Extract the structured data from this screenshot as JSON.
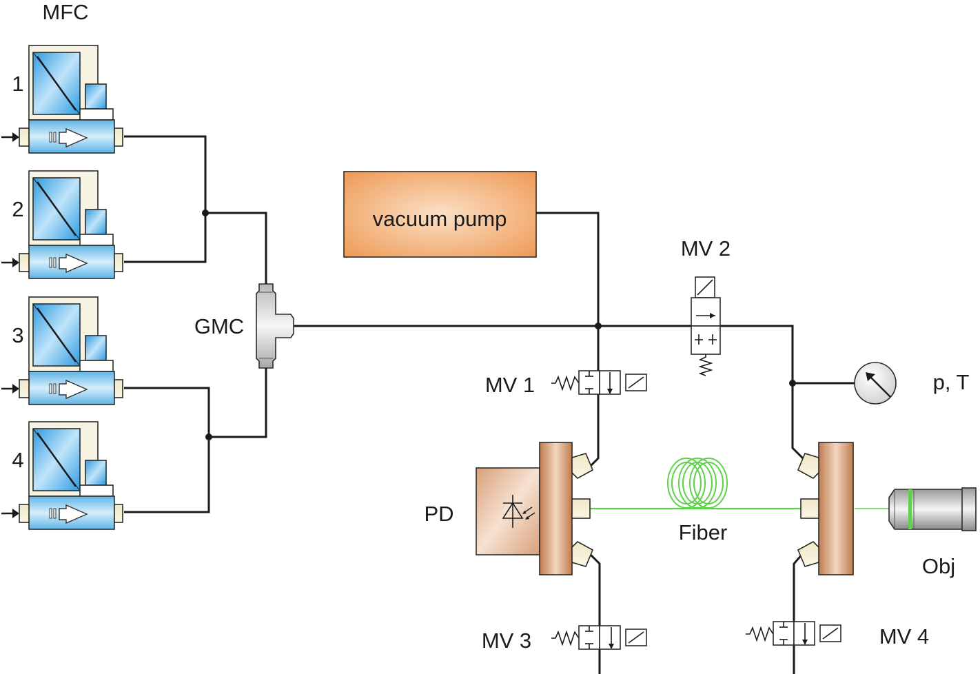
{
  "labels": {
    "mfc": "MFC",
    "mfc_units": [
      "1",
      "2",
      "3",
      "4"
    ],
    "gmc": "GMC",
    "vacuum_pump": "vacuum pump",
    "mv1": "MV 1",
    "mv2": "MV 2",
    "mv3": "MV 3",
    "mv4": "MV 4",
    "pressure_temp": "p, T",
    "photodiode": "PD",
    "fiber": "Fiber",
    "objective": "Obj"
  },
  "colors": {
    "mfc_blue": "#5fb4e6",
    "mfc_light": "#d6eefb",
    "pump_orange": "#ee9a55",
    "pump_light": "#fbe0c6",
    "flange_brown": "#c98a5e",
    "flange_light": "#f2d6c0",
    "fiber_green": "#5fd14a",
    "pipe_black": "#1a1a1a"
  }
}
